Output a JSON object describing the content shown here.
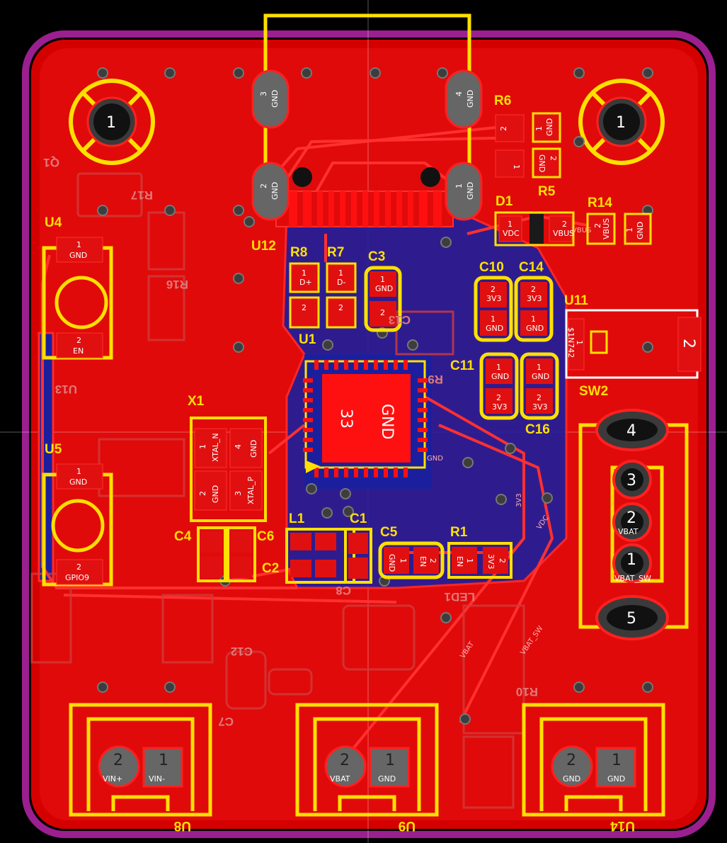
{
  "board": {
    "colors": {
      "background": "#000000",
      "outline": "#9b1f8f",
      "copper": "#e00000",
      "copper_back": "#1a1aa0",
      "silk": "#FFE000",
      "trace": "#ff2a2a",
      "pad": "#e01010",
      "via": "#444444"
    }
  },
  "refs": {
    "R6": "R6",
    "R5": "R5",
    "D1": "D1",
    "R14": "R14",
    "U4": "U4",
    "U5": "U5",
    "U12": "U12",
    "R8": "R8",
    "R7": "R7",
    "C3": "C3",
    "C10": "C10",
    "C14": "C14",
    "U11": "U11",
    "U1": "U1",
    "C11": "C11",
    "C16": "C16",
    "SW2": "SW2",
    "X1": "X1",
    "L1": "L1",
    "C1": "C1",
    "C4": "C4",
    "C6": "C6",
    "C2": "C2",
    "C5": "C5",
    "R1": "R1",
    "U8": "U8",
    "U9": "U9",
    "U14": "U14"
  },
  "ghost_refs": {
    "Q1": "Q1",
    "R17": "R17",
    "R16": "R16",
    "U13": "U13",
    "C13": "C13",
    "R9": "R9",
    "LED1": "LED1",
    "R10": "R10",
    "C12": "C12",
    "C7": "C7",
    "C8": "C8"
  },
  "mounting_holes": {
    "left": "1",
    "right": "1"
  },
  "usb": {
    "pins": [
      "3",
      "GND",
      "4",
      "GND",
      "2",
      "GND",
      "1",
      "GND"
    ]
  },
  "pads": {
    "R6_1": "1",
    "R6_1_net": "GND",
    "R6_2": "2",
    "R5_1": "1",
    "R5_2": "2",
    "R5_2_net": "GND",
    "D1_1": "1",
    "D1_1_net": "VDC",
    "D1_2": "2",
    "D1_2_net": "VBUS",
    "R14_1": "1",
    "R14_1_net": "GND",
    "R14_2": "2",
    "R14_2_net": "VBUS",
    "U4_1": "1",
    "U4_1_net": "GND",
    "U4_2": "2",
    "U4_2_net": "EN",
    "U5_1": "1",
    "U5_1_net": "GND",
    "U5_2": "2",
    "U5_2_net": "GPIO9",
    "R8_1": "1",
    "R8_1_net": "D+",
    "R8_2": "2",
    "R7_1": "1",
    "R7_1_net": "D-",
    "R7_2": "2",
    "C3_1": "1",
    "C3_1_net": "GND",
    "C3_2": "2",
    "C10_1": "1",
    "C10_1_net": "GND",
    "C10_2": "2",
    "C10_2_net": "3V3",
    "C14_1": "1",
    "C14_1_net": "GND",
    "C14_2": "2",
    "C14_2_net": "3V3",
    "C11_1": "1",
    "C11_1_net": "GND",
    "C11_2": "2",
    "C11_2_net": "3V3",
    "C16_1": "1",
    "C16_1_net": "GND",
    "C16_2": "2",
    "C16_2_net": "3V3",
    "U11_1": "1",
    "U11_1_net": "$1N742",
    "U11_2": "2",
    "U1_center": "GND",
    "U1_pin": "33",
    "X1_1": "1",
    "X1_1_net": "XTAL_N",
    "X1_2": "2",
    "X1_2_net": "GND",
    "X1_3": "3",
    "X1_3_net": "XTAL_P",
    "X1_4": "4",
    "X1_4_net": "GND",
    "C5_1": "1",
    "C5_1_net": "GND",
    "C5_2": "2",
    "C5_2_net": "EN",
    "R1_1": "1",
    "R1_1_net": "EN",
    "R1_2": "2",
    "R1_2_net": "3V3",
    "SW2_1": "1",
    "SW2_1_net": "VBAT_SW",
    "SW2_2": "2",
    "SW2_2_net": "VBAT",
    "SW2_3": "3",
    "SW2_4": "4",
    "SW2_5": "5",
    "U8_1": "1",
    "U8_1_net": "VIN-",
    "U8_2": "2",
    "U8_2_net": "VIN+",
    "U9_1": "1",
    "U9_1_net": "GND",
    "U9_2": "2",
    "U9_2_net": "VBAT",
    "U14_1": "1",
    "U14_1_net": "GND",
    "U14_2": "2",
    "U14_2_net": "GND"
  },
  "nets": {
    "vbat_sw": "VBAT_SW",
    "vbat": "VBAT",
    "vdc": "VDC",
    "v3v3": "3V3",
    "vbus": "VBUS",
    "gnd": "GND"
  }
}
